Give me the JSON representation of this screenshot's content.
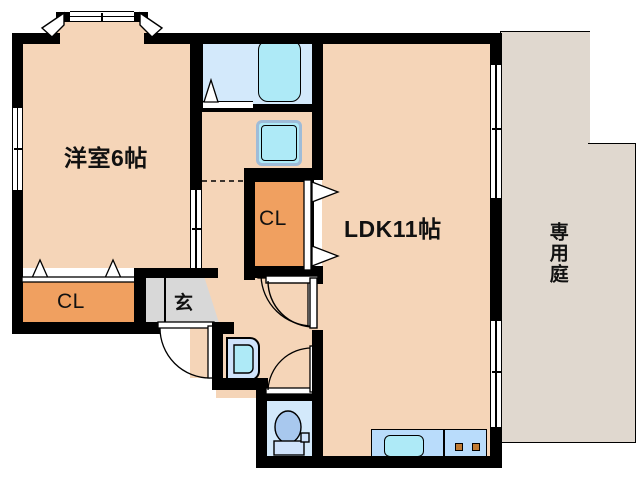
{
  "plan": {
    "type": "residential-floor-plan",
    "units": "jo (tatami)",
    "rooms": [
      {
        "id": "bedroom",
        "label": "洋室6帖",
        "kind": "western-room",
        "size_jo": 6
      },
      {
        "id": "ldk",
        "label": "LDK11帖",
        "kind": "living-dining-kitchen",
        "size_jo": 11
      },
      {
        "id": "closet_bedroom",
        "label": "CL",
        "kind": "closet"
      },
      {
        "id": "closet_ldk",
        "label": "CL",
        "kind": "closet"
      },
      {
        "id": "genkan",
        "label": "玄",
        "kind": "entrance"
      },
      {
        "id": "garden",
        "label": "専用庭",
        "kind": "private-garden"
      }
    ],
    "fixtures": [
      {
        "id": "bathtub",
        "name": "bathtub"
      },
      {
        "id": "washbasin",
        "name": "washbasin"
      },
      {
        "id": "toilet",
        "name": "toilet"
      },
      {
        "id": "sink",
        "name": "kitchen-sink"
      },
      {
        "id": "stove",
        "name": "two-burner-stove"
      },
      {
        "id": "vanity",
        "name": "vanity-basin"
      }
    ],
    "colors": {
      "room_fill": "#f5d5b8",
      "garden_fill": "#e0d8cf",
      "closet_fill": "#f0a060",
      "wall": "#000000",
      "water_area": "#d3e9fb",
      "tub": "#aeeaf7",
      "kitchen_counter": "#b9dcfb",
      "genkan_fill": "#d8d8d8"
    }
  },
  "labels": {
    "bedroom": "洋室6帖",
    "ldk": "LDK11帖",
    "closet_bedroom": "CL",
    "closet_ldk": "CL",
    "genkan": "玄",
    "garden": "専用庭"
  }
}
